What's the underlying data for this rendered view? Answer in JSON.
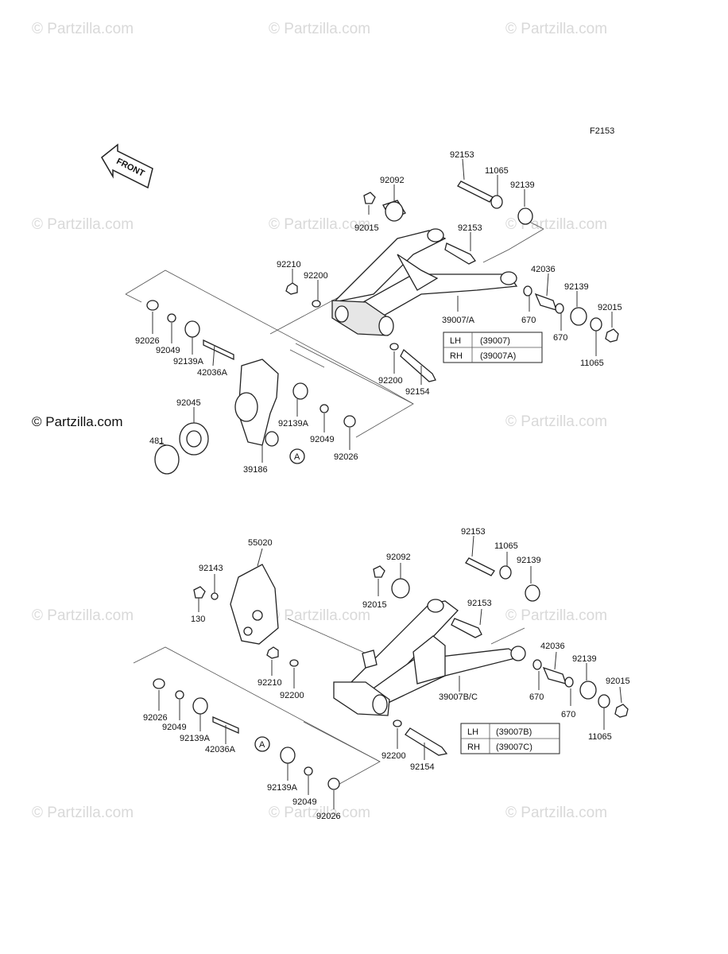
{
  "figure_code": "F2153",
  "front_label": "FRONT",
  "watermark": "© Partzilla.com",
  "watermark_main": "© Partzilla.com",
  "top": {
    "labels": {
      "p92153a": "92153",
      "p11065a": "11065",
      "p92139a": "92139",
      "p92092": "92092",
      "p92015a": "92015",
      "p92153b": "92153",
      "p92210": "92210",
      "p92200a": "92200",
      "p42036": "42036",
      "p92139b": "92139",
      "p92015b": "92015",
      "p39007": "39007/A",
      "p670a": "670",
      "p670b": "670",
      "p11065b": "11065",
      "p92026a": "92026",
      "p92049a": "92049",
      "p92139Aa": "92139A",
      "p42036A": "42036A",
      "p92200b": "92200",
      "p92154": "92154",
      "p92045": "92045",
      "p481": "481",
      "p92139Ab": "92139A",
      "p92049b": "92049",
      "p92026b": "92026",
      "p39186": "39186",
      "refA": "A"
    },
    "table": [
      {
        "side": "LH",
        "part": "(39007)"
      },
      {
        "side": "RH",
        "part": "(39007A)"
      }
    ]
  },
  "bottom": {
    "labels": {
      "p92153a": "92153",
      "p11065a": "11065",
      "p92139a": "92139",
      "p55020": "55020",
      "p92092": "92092",
      "p92143": "92143",
      "p130": "130",
      "p92015a": "92015",
      "p92153b": "92153",
      "p42036": "42036",
      "p92139b": "92139",
      "p92015b": "92015",
      "p92210": "92210",
      "p92200a": "92200",
      "p670a": "670",
      "p670b": "670",
      "p39007": "39007B/C",
      "p11065b": "11065",
      "p92026a": "92026",
      "p92049a": "92049",
      "p92139Aa": "92139A",
      "p42036A": "42036A",
      "refA": "A",
      "p92200b": "92200",
      "p92154": "92154",
      "p92139Ab": "92139A",
      "p92049b": "92049",
      "p92026b": "92026"
    },
    "table": [
      {
        "side": "LH",
        "part": "(39007B)"
      },
      {
        "side": "RH",
        "part": "(39007C)"
      }
    ]
  }
}
